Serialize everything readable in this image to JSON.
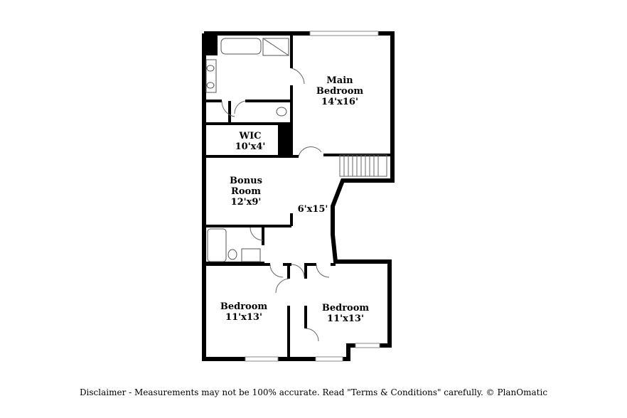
{
  "rooms": {
    "main_bedroom": {
      "name_line1": "Main",
      "name_line2": "Bedroom",
      "size": "14'x16'"
    },
    "wic": {
      "name": "WIC",
      "size": "10'x4'"
    },
    "bonus_room": {
      "name_line1": "Bonus",
      "name_line2": "Room",
      "size": "12'x9'"
    },
    "hallway": {
      "size": "6'x15'"
    },
    "bedroom_left": {
      "name": "Bedroom",
      "size": "11'x13'"
    },
    "bedroom_right": {
      "name": "Bedroom",
      "size": "11'x13'"
    }
  },
  "footer": {
    "disclaimer": "Disclaimer - Measurements may not be 100% accurate. Read \"Terms & Conditions\" carefully. © PlanOmatic"
  }
}
